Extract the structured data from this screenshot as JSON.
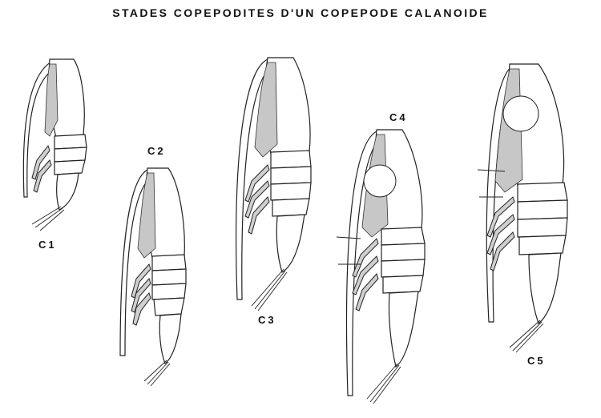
{
  "title": "STADES COPEPODITES D'UN COPEPODE CALANOIDE",
  "stages": [
    {
      "id": "c1",
      "label": "C1"
    },
    {
      "id": "c2",
      "label": "C2"
    },
    {
      "id": "c3",
      "label": "C3"
    },
    {
      "id": "c4",
      "label": "C4"
    },
    {
      "id": "c5",
      "label": "C5"
    }
  ],
  "colors": {
    "outline": "#222222",
    "shading": "#c7c7c7"
  }
}
